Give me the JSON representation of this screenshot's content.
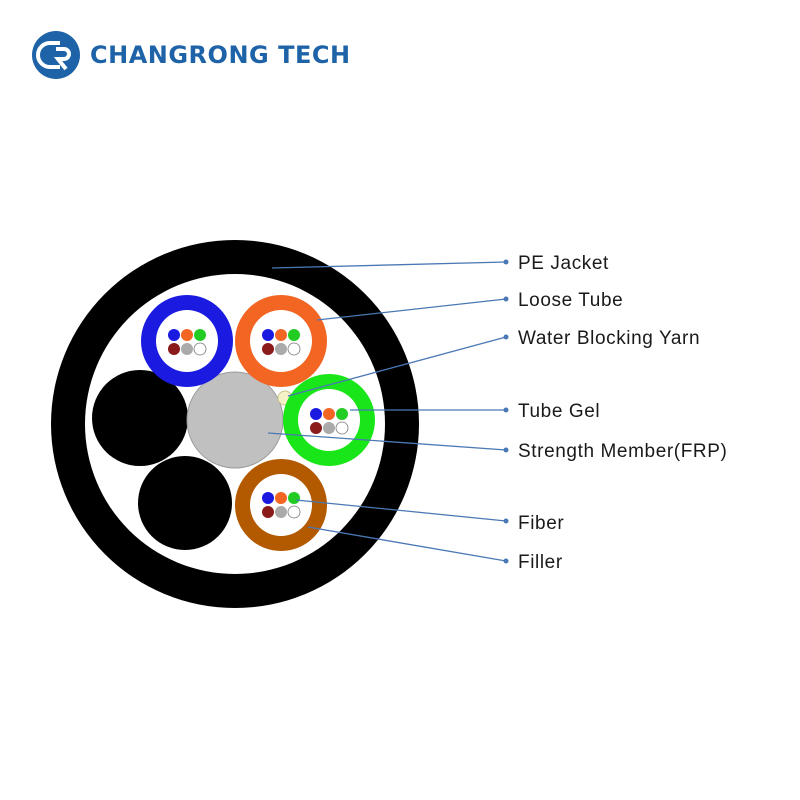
{
  "brand": {
    "name": "CHANGRONG TECH",
    "color": "#1e63a8"
  },
  "labels": [
    {
      "id": "pe-jacket",
      "text": "PE Jacket"
    },
    {
      "id": "loose-tube",
      "text": "Loose Tube"
    },
    {
      "id": "water-blocking-yarn",
      "text": "Water Blocking Yarn"
    },
    {
      "id": "tube-gel",
      "text": "Tube Gel"
    },
    {
      "id": "strength-member",
      "text": "Strength Member(FRP)"
    },
    {
      "id": "fiber",
      "text": "Fiber"
    },
    {
      "id": "filler",
      "text": "Filler"
    }
  ],
  "colors": {
    "jacket": "#000000",
    "core": "#ffffff",
    "strength_member": "#c0c0c0",
    "filler": "#000000",
    "leader_line": "#4a78b5",
    "tubes": {
      "blue": "#1a1ae0",
      "orange": "#f26522",
      "green": "#19e619",
      "brown": "#b35a00"
    },
    "fibers": [
      "#1a1ae0",
      "#f26522",
      "#22cc22",
      "#8b1a1a",
      "#aaaaaa",
      "#ffffff"
    ]
  }
}
